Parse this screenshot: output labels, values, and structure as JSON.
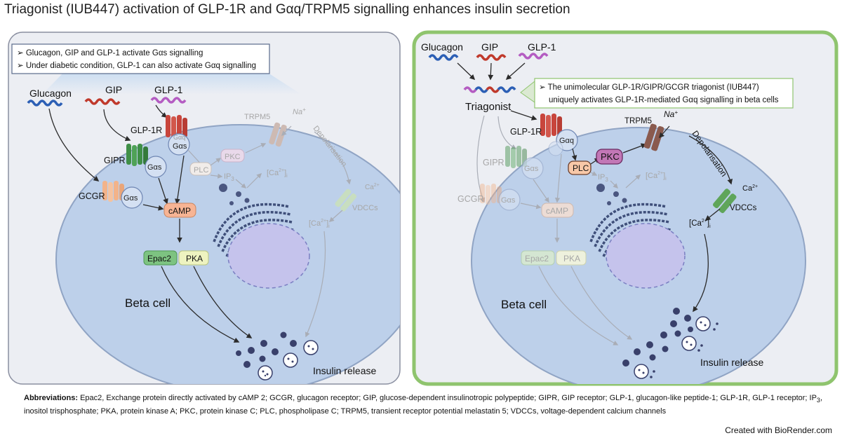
{
  "title": "Triagonist (IUB447) activation of GLP-1R and Gαq/TRPM5 signalling enhances insulin secretion",
  "colors": {
    "cell_fill": "#bdd0ea",
    "panel_bg": "#eceef3",
    "right_border": "#8fc46e",
    "glucagon": "#2c5fb5",
    "gip": "#c0392b",
    "glp1": "#b45cc2",
    "er": "#3f4f7a",
    "nucleus": "#c5c3ec"
  },
  "left": {
    "notes": [
      "Glucagon, GIP and GLP-1 activate Gαs signalling",
      "Under diabetic condition, GLP-1 can also activate Gαq signalling"
    ],
    "ligands": {
      "glucagon": "Glucagon",
      "gip": "GIP",
      "glp1": "GLP-1"
    },
    "receptors": {
      "glp1r": "GLP-1R",
      "gipr": "GIPR",
      "gcgr": "GCGR"
    },
    "gas": "Gαs",
    "gaq": "Gαq",
    "camp": "cAMP",
    "epac2": "Epac2",
    "pka": "PKA",
    "plc": "PLC",
    "pkc": "PKC",
    "ip3": "IP",
    "ip3_sub": "3",
    "trpm5": "TRPM5",
    "na": "Na",
    "plus": "+",
    "depol": "Depolarisation",
    "ca": "Ca",
    "ca_sup": "2+",
    "vdcc": "VDCCs",
    "ca_i_open": "[Ca",
    "ca_i_sup": "2+",
    "ca_i_close": "]",
    "ca_i_sub": "i",
    "cell": "Beta cell",
    "insulin": "Insulin release"
  },
  "right": {
    "note_lines": [
      "The unimolecular GLP-1R/GIPR/GCGR triagonist (IUB447)",
      "uniquely activates GLP-1R-mediated Gαq signalling in beta cells"
    ],
    "triagonist": "Triagonist"
  },
  "abbreviations": {
    "label": "Abbreviations:",
    "pre": " Epac2, Exchange protein directly activated by cAMP 2; GCGR, glucagon receptor; GIP, glucose-dependent insulinotropic polypeptide; GIPR, GIP receptor; GLP-1, glucagon-like peptide-1; GLP-1R, GLP-1 receptor; IP",
    "sub": "3",
    "post": ", inositol trisphosphate; PKA, protein kinase A; PKC, protein kinase C; PLC, phospholipase C; TRPM5, transient receptor potential melastatin 5; VDCCs, voltage-dependent calcium channels"
  },
  "credit": "Created with BioRender.com"
}
